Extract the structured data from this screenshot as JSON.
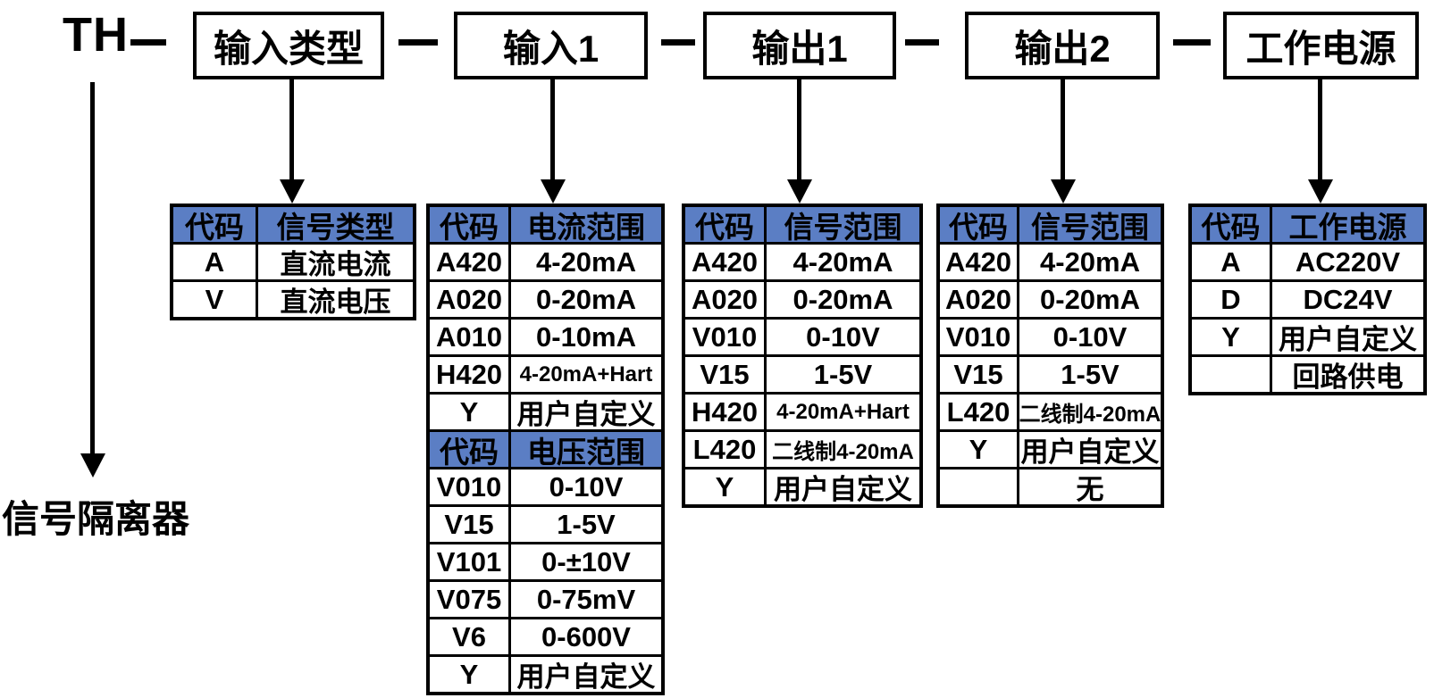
{
  "title": {
    "prefix": "TH",
    "product_name": "信号隔离器"
  },
  "colors": {
    "header_bg": "#5B7EC4",
    "border": "#000000",
    "background": "#FFFFFF",
    "text": "#000000"
  },
  "top_boxes": [
    {
      "label": "输入类型"
    },
    {
      "label": "输入1"
    },
    {
      "label": "输出1"
    },
    {
      "label": "输出2"
    },
    {
      "label": "工作电源"
    }
  ],
  "tables": [
    {
      "id": "input-type",
      "sections": [
        {
          "header": [
            "代码",
            "信号类型"
          ],
          "rows": [
            [
              "A",
              "直流电流"
            ],
            [
              "V",
              "直流电压"
            ]
          ]
        }
      ]
    },
    {
      "id": "input1",
      "sections": [
        {
          "header": [
            "代码",
            "电流范围"
          ],
          "rows": [
            [
              "A420",
              "4-20mA"
            ],
            [
              "A020",
              "0-20mA"
            ],
            [
              "A010",
              "0-10mA"
            ],
            [
              "H420",
              "4-20mA+Hart"
            ],
            [
              "Y",
              "用户自定义"
            ]
          ]
        },
        {
          "header": [
            "代码",
            "电压范围"
          ],
          "rows": [
            [
              "V010",
              "0-10V"
            ],
            [
              "V15",
              "1-5V"
            ],
            [
              "V101",
              "0-±10V"
            ],
            [
              "V075",
              "0-75mV"
            ],
            [
              "V6",
              "0-600V"
            ],
            [
              "Y",
              "用户自定义"
            ]
          ]
        }
      ]
    },
    {
      "id": "output1",
      "sections": [
        {
          "header": [
            "代码",
            "信号范围"
          ],
          "rows": [
            [
              "A420",
              "4-20mA"
            ],
            [
              "A020",
              "0-20mA"
            ],
            [
              "V010",
              "0-10V"
            ],
            [
              "V15",
              "1-5V"
            ],
            [
              "H420",
              "4-20mA+Hart"
            ],
            [
              "L420",
              "二线制4-20mA"
            ],
            [
              "Y",
              "用户自定义"
            ]
          ]
        }
      ]
    },
    {
      "id": "output2",
      "sections": [
        {
          "header": [
            "代码",
            "信号范围"
          ],
          "rows": [
            [
              "A420",
              "4-20mA"
            ],
            [
              "A020",
              "0-20mA"
            ],
            [
              "V010",
              "0-10V"
            ],
            [
              "V15",
              "1-5V"
            ],
            [
              "L420",
              "二线制4-20mA"
            ],
            [
              "Y",
              "用户自定义"
            ],
            [
              "",
              "无"
            ]
          ]
        }
      ]
    },
    {
      "id": "power",
      "sections": [
        {
          "header": [
            "代码",
            "工作电源"
          ],
          "rows": [
            [
              "A",
              "AC220V"
            ],
            [
              "D",
              "DC24V"
            ],
            [
              "Y",
              "用户自定义"
            ],
            [
              "",
              "回路供电"
            ]
          ]
        }
      ]
    }
  ]
}
